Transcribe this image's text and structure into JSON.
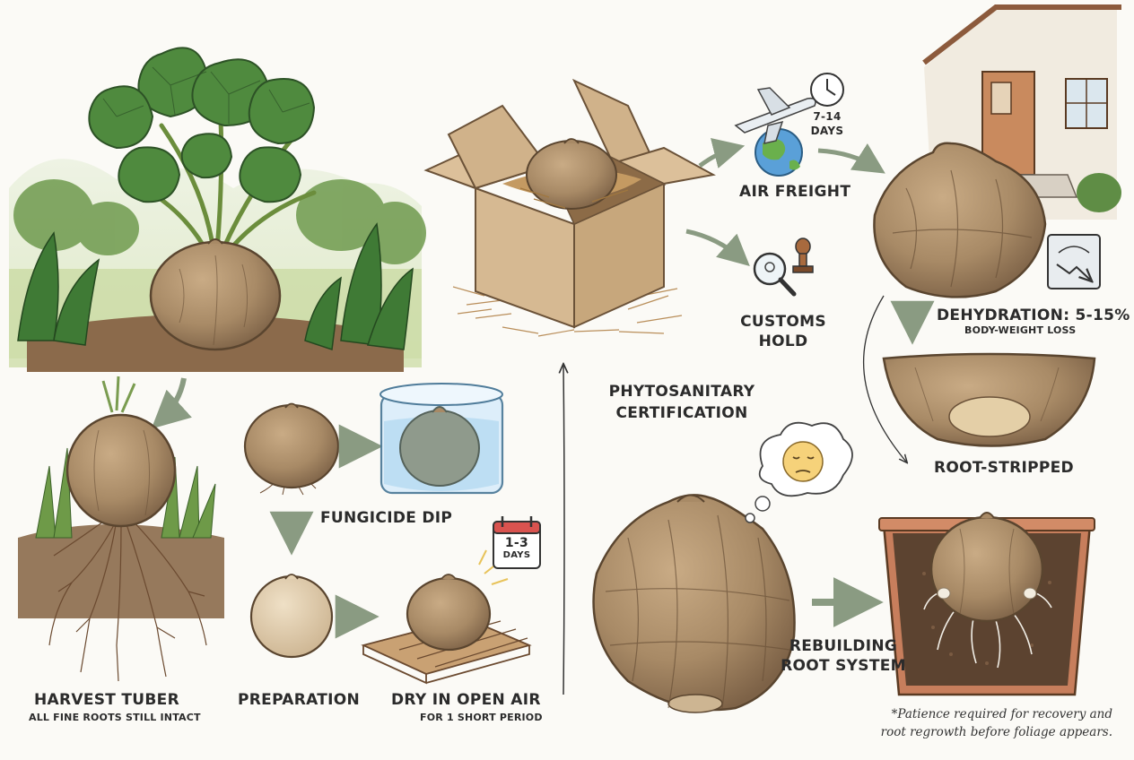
{
  "harvest": {
    "title": "HARVEST TUBER",
    "subtitle": "ALL FINE ROOTS STILL INTACT"
  },
  "preparation": {
    "title": "PREPARATION"
  },
  "fungicide": {
    "title": "FUNGICIDE DIP"
  },
  "dry": {
    "title": "DRY IN OPEN AIR",
    "subtitle": "FOR 1 SHORT PERIOD",
    "duration": "1-3",
    "unit": "DAYS"
  },
  "phytosanitary": {
    "line1": "PHYTOSANITARY",
    "line2": "CERTIFICATION"
  },
  "freight": {
    "title": "AIR FREIGHT",
    "duration": "7-14",
    "unit": "DAYS"
  },
  "customs": {
    "line1": "CUSTOMS",
    "line2": "HOLD"
  },
  "dehydration": {
    "title": "DEHYDRATION: 5-15%",
    "subtitle": "BODY-WEIGHT LOSS"
  },
  "root_stripped": {
    "title": "ROOT-STRIPPED"
  },
  "rebuilding": {
    "line1": "REBUILDING",
    "line2": "ROOT SYSTEM"
  },
  "note": {
    "line1": "*Patience required for recovery and",
    "line2": "root regrowth before foliage appears."
  },
  "icons": [
    "plant-icon",
    "calendar-icon",
    "clock-icon",
    "airplane-icon",
    "globe-icon",
    "stamp-icon",
    "magnifier-icon",
    "scale-icon",
    "sad-face-icon",
    "house-icon"
  ],
  "colors": {
    "tuber": "#a88a66",
    "tuber_dark": "#7d6247",
    "leaf": "#4f8a3e",
    "arrow": "#8a9b82",
    "box": "#d6b992",
    "pot": "#c77e5c",
    "soil": "#5c4330"
  }
}
